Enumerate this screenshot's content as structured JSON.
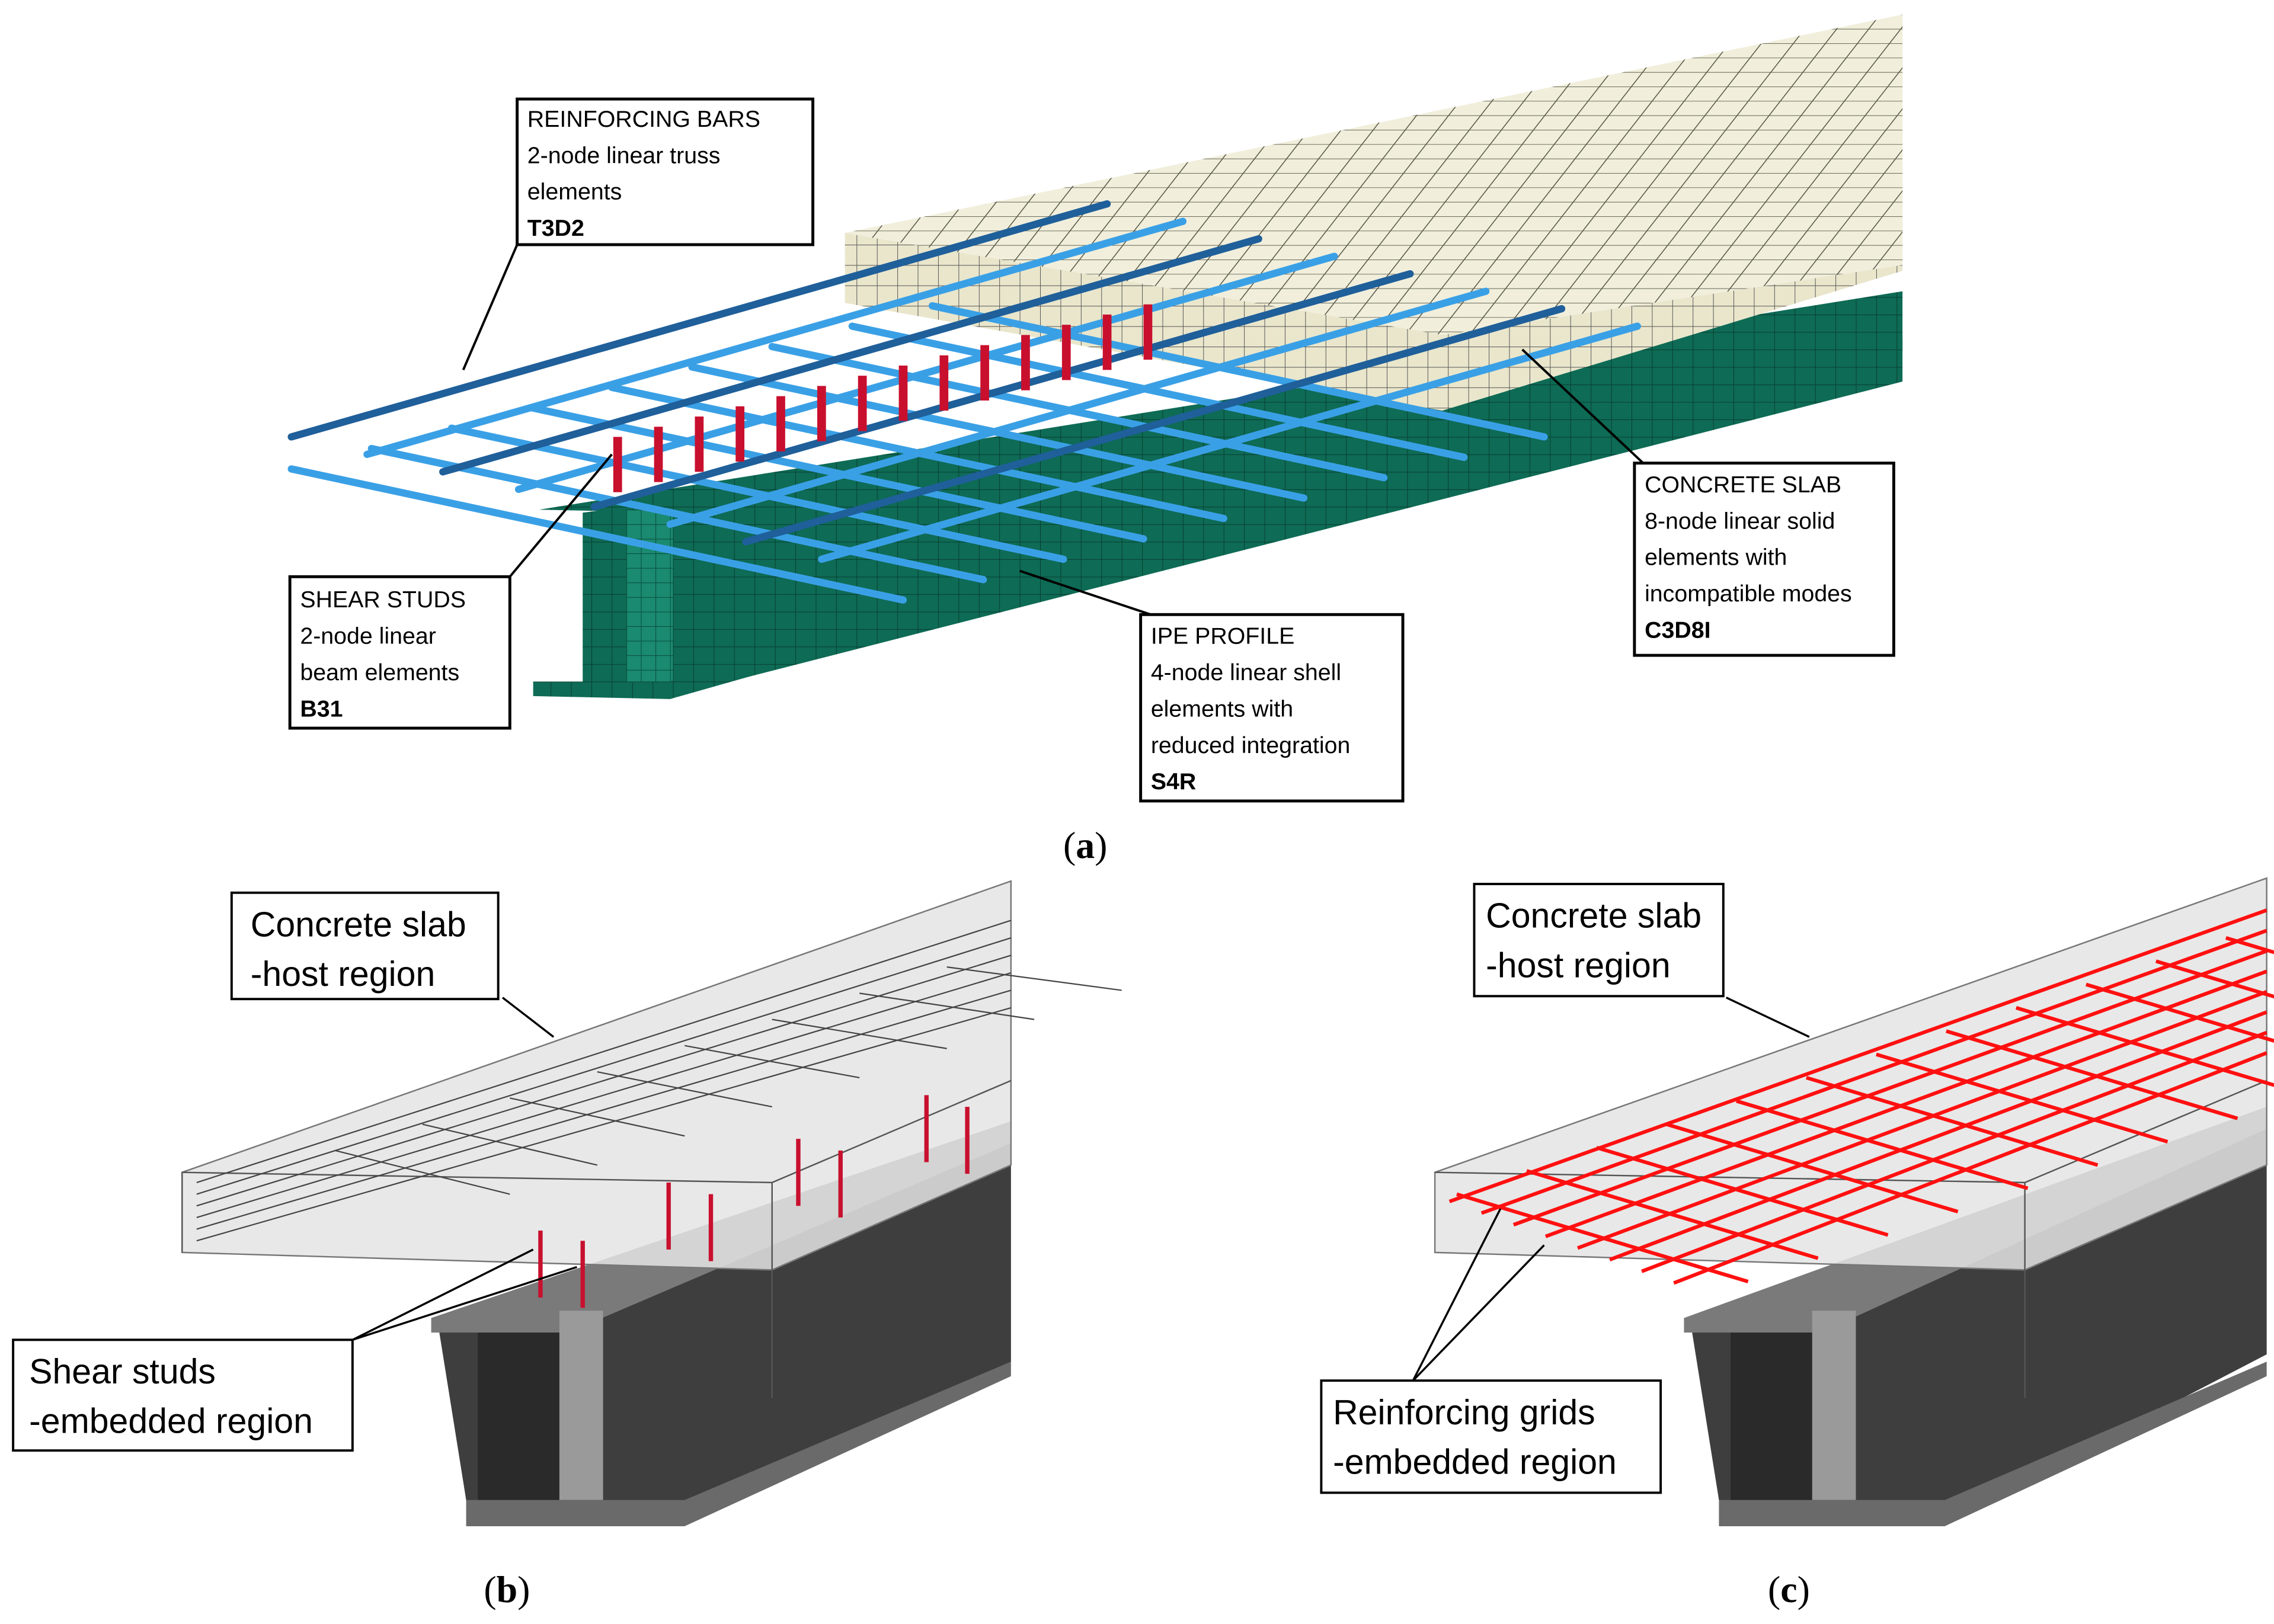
{
  "panel_a": {
    "reinforcing_bars": {
      "title": "REINFORCING BARS",
      "line1": "2-node linear truss",
      "line2": "elements",
      "code": "T3D2"
    },
    "concrete_slab": {
      "title": "CONCRETE SLAB",
      "line1": "8-node linear solid",
      "line2": "elements with",
      "line3": "incompatible modes",
      "code": "C3D8I"
    },
    "shear_studs": {
      "title": "SHEAR STUDS",
      "line1": "2-node linear",
      "line2": "beam elements",
      "code": "B31"
    },
    "ipe_profile": {
      "title": "IPE PROFILE",
      "line1": "4-node linear shell",
      "line2": "elements with",
      "line3": "reduced integration",
      "code": "S4R"
    },
    "caption_open": "(",
    "caption_letter": "a",
    "caption_close": ")"
  },
  "panel_b": {
    "host_line1": "Concrete slab",
    "host_line2": "-host region",
    "emb_line1": "Shear studs",
    "emb_line2": "-embedded region",
    "caption_open": "(",
    "caption_letter": "b",
    "caption_close": ")"
  },
  "panel_c": {
    "host_line1": "Concrete slab",
    "host_line2": "-host region",
    "emb_line1": "Reinforcing grids",
    "emb_line2": "-embedded region",
    "caption_open": "(",
    "caption_letter": "c",
    "caption_close": ")"
  },
  "colors": {
    "rebar_dark": "#1f5f9a",
    "rebar_light": "#3aa0e6",
    "stud_red": "#c8102e",
    "steel_green": "#0e6b55",
    "slab_cream": "#f1efdc",
    "grey_slab": "#e4e4e4",
    "dark_steel": "#3e3e3e",
    "red_grid": "#ff1010"
  }
}
